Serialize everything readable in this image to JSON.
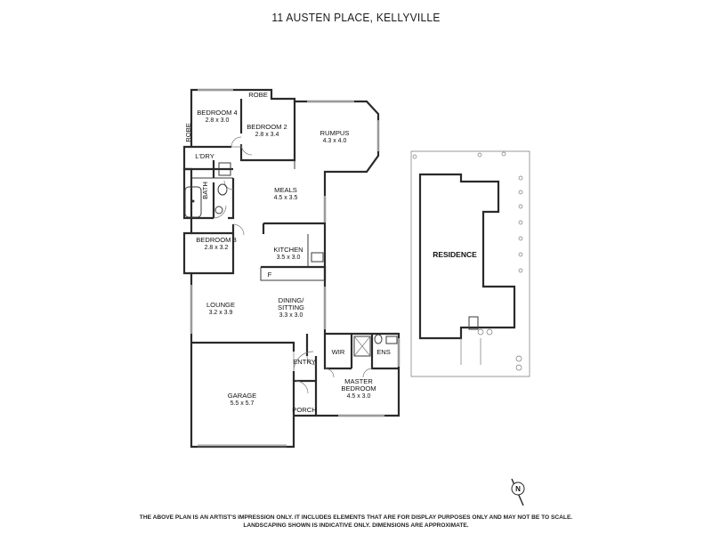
{
  "title": "11 AUSTEN PLACE, KELLYVILLE",
  "rooms": {
    "bedroom4": {
      "name": "BEDROOM 4",
      "dims": "2.8 x 3.0"
    },
    "robe_top": {
      "name": "ROBE"
    },
    "robe_side": {
      "name": "ROBE"
    },
    "bedroom2": {
      "name": "BEDROOM 2",
      "dims": "2.8 x 3.4"
    },
    "rumpus": {
      "name": "RUMPUS",
      "dims": "4.3 x 4.0"
    },
    "laundry": {
      "name": "L'DRY"
    },
    "bath": {
      "name": "BATH"
    },
    "meals": {
      "name": "MEALS",
      "dims": "4.5 x 3.5"
    },
    "bedroom3": {
      "name": "BEDROOM 3",
      "dims": "2.8 x 3.2"
    },
    "kitchen": {
      "name": "KITCHEN",
      "dims": "3.5 x 3.0"
    },
    "fridge": {
      "name": "F"
    },
    "lounge": {
      "name": "LOUNGE",
      "dims": "3.2 x 3.9"
    },
    "dining": {
      "name1": "DINING/",
      "name2": "SITTING",
      "dims": "3.3 x 3.0"
    },
    "wir": {
      "name": "WIR"
    },
    "ens": {
      "name": "ENS"
    },
    "entry": {
      "name": "ENTRY"
    },
    "garage": {
      "name": "GARAGE",
      "dims": "5.5 x 5.7"
    },
    "master": {
      "name1": "MASTER",
      "name2": "BEDROOM",
      "dims": "4.5 x 3.0"
    },
    "porch": {
      "name": "PORCH"
    },
    "residence": {
      "name": "RESIDENCE"
    }
  },
  "compass": {
    "label": "N"
  },
  "disclaimer": {
    "line1": "THE ABOVE PLAN IS AN ARTIST'S IMPRESSION ONLY. IT INCLUDES ELEMENTS THAT ARE FOR DISPLAY PURPOSES ONLY AND MAY NOT BE TO SCALE.",
    "line2": "LANDSCAPING SHOWN IS INDICATIVE ONLY. DIMENSIONS ARE APPROXIMATE."
  }
}
